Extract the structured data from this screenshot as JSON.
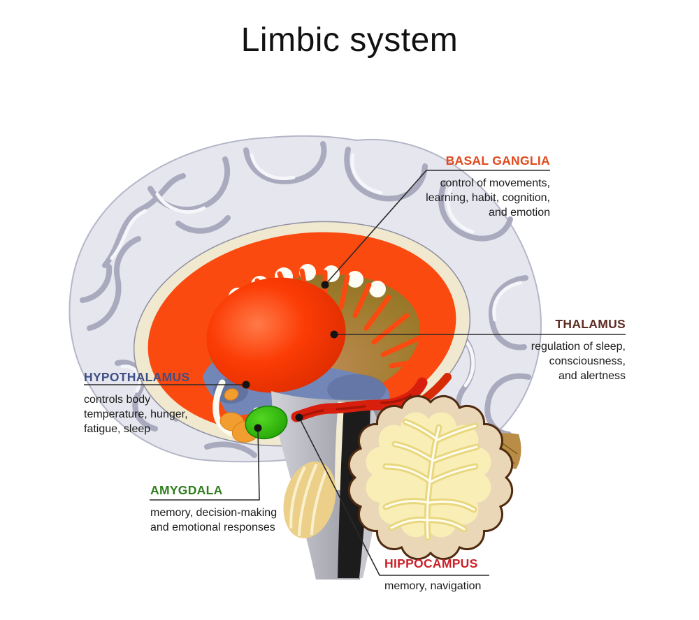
{
  "title": "Limbic system",
  "colors": {
    "basal_ganglia": "#e0491c",
    "thalamus": "#5e2d22",
    "hypothalamus": "#3f4f86",
    "amygdala": "#2e7d1b",
    "hippocampus": "#cc1f26"
  },
  "labels": {
    "basal_ganglia": {
      "title": "BASAL GANGLIA",
      "desc": "control of movements,\nlearning, habit, cognition,\nand emotion"
    },
    "thalamus": {
      "title": "THALAMUS",
      "desc": "regulation of sleep,\nconsciousness,\nand alertness"
    },
    "hypothalamus": {
      "title": "HYPOTHALAMUS",
      "desc": "controls body\ntemperature, hunger,\nfatigue, sleep"
    },
    "amygdala": {
      "title": "AMYGDALA",
      "desc": "memory, decision-making\nand emotional responses"
    },
    "hippocampus": {
      "title": "HIPPOCAMPUS",
      "desc": "memory, navigation"
    }
  }
}
